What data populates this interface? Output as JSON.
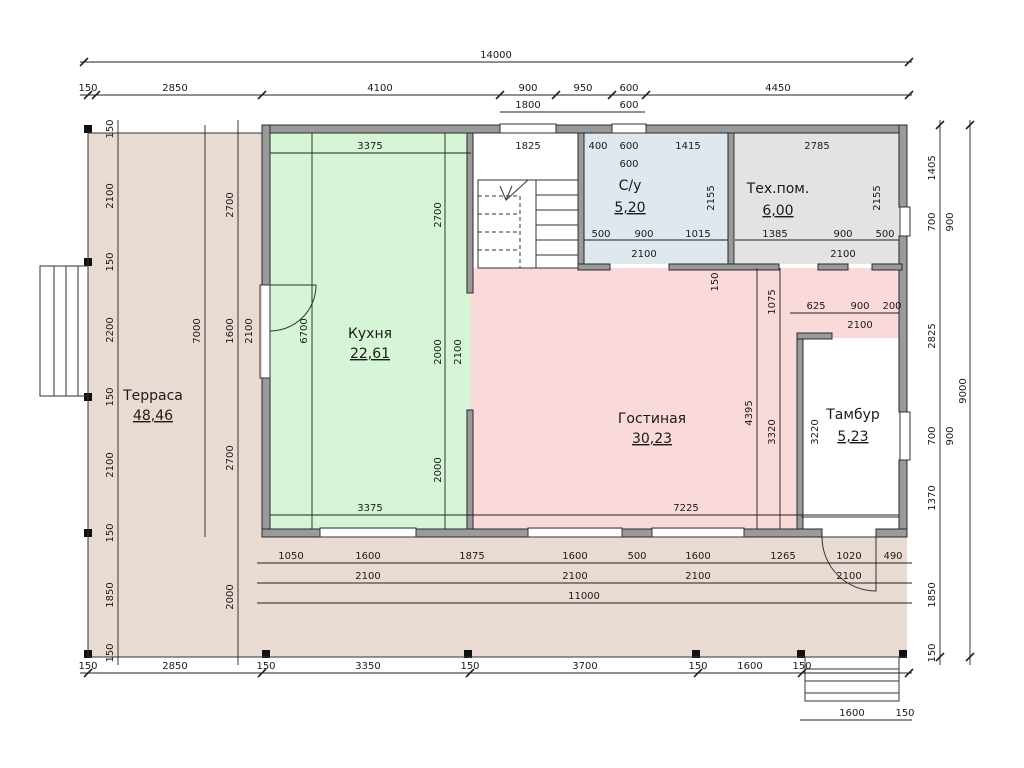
{
  "rooms": {
    "kitchen": {
      "name": "Кухня",
      "area": "22,61"
    },
    "living": {
      "name": "Гостиная",
      "area": "30,23"
    },
    "bath": {
      "name": "С/у",
      "area": "5,20"
    },
    "tech": {
      "name": "Тех.пом.",
      "area": "6,00"
    },
    "vestibule": {
      "name": "Тамбур",
      "area": "5,23"
    },
    "terrace": {
      "name": "Терраса",
      "area": "48,46"
    }
  },
  "colors": {
    "kitchen": "#d6f5d6",
    "living": "#f9d9d9",
    "bath": "#dfe7ef",
    "tech": "#e3e3e3",
    "terrace": "#eadbd2",
    "wall": "#9a9a9a"
  },
  "dims": {
    "total_width": "14000",
    "top": [
      "150",
      "2850",
      "4100",
      "900",
      "950",
      "600",
      "4450"
    ],
    "top_sub": [
      "1800",
      "600"
    ],
    "bottom": [
      "150",
      "2850",
      "150",
      "3350",
      "150",
      "3700",
      "150",
      "1600",
      "150"
    ],
    "bottom_stair": [
      "1600",
      "150"
    ],
    "below_plan_1": [
      "1050",
      "1600",
      "1875",
      "1600",
      "500",
      "1600",
      "1265",
      "1020",
      "490"
    ],
    "below_plan_2": [
      "2100",
      "2100",
      "2100",
      "2100"
    ],
    "below_plan_total": "11000",
    "left_terrace": [
      "150",
      "2100",
      "150",
      "2200",
      "150",
      "2100",
      "150",
      "1850",
      "150"
    ],
    "left_inner": [
      "2700",
      "7000",
      "1600",
      "2100",
      "2700",
      "2000"
    ],
    "right_side": [
      "1405",
      "700",
      "900",
      "2825",
      "700",
      "900",
      "1370",
      "1850",
      "150"
    ],
    "right_total": "9000",
    "kitchen_dims": [
      "3375",
      "2700",
      "6700",
      "2000",
      "2100",
      "2000",
      "3375"
    ],
    "stair_dim": "1825",
    "bath_dims": [
      "400",
      "600",
      "600",
      "1415",
      "2155",
      "500",
      "900",
      "1015",
      "2100"
    ],
    "tech_dims": [
      "2785",
      "2155",
      "1385",
      "900",
      "500",
      "2100"
    ],
    "living_dims": [
      "7225",
      "4395",
      "3320",
      "1075",
      "150"
    ],
    "hall_dims": [
      "625",
      "900",
      "200",
      "2100"
    ],
    "vestibule_dims": [
      "3220"
    ]
  }
}
